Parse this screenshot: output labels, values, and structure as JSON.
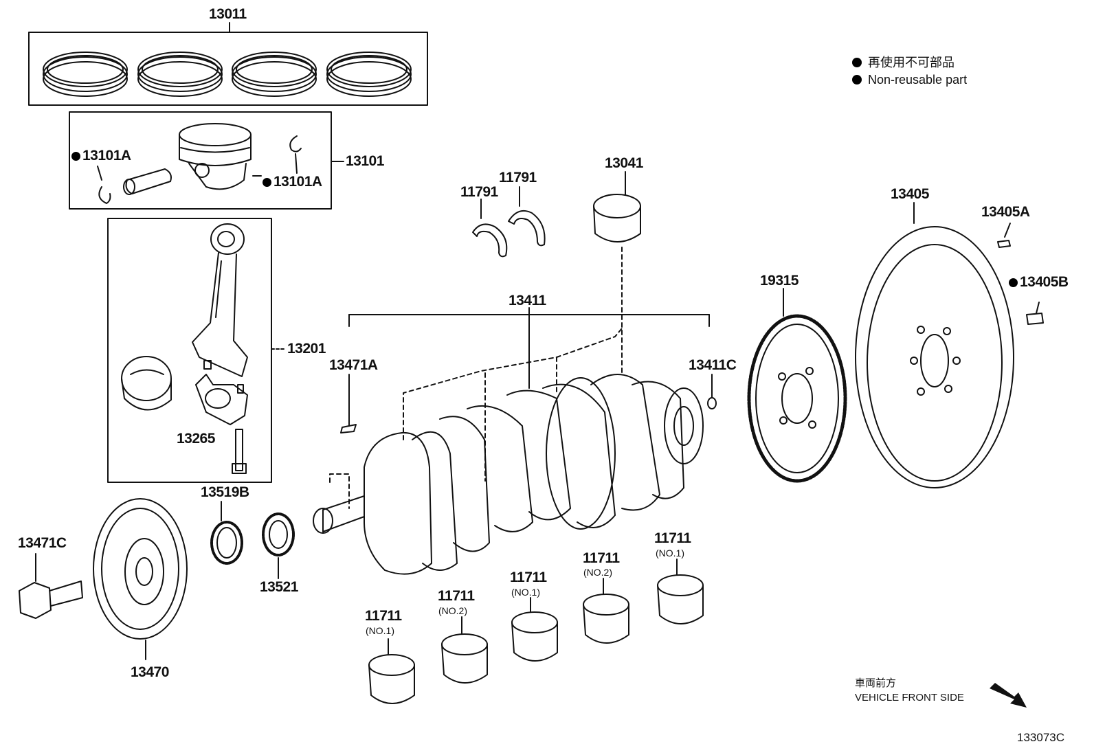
{
  "legend": {
    "line_jp": "再使用不可部品",
    "line_en": "Non-reusable part"
  },
  "direction": {
    "line_jp": "車両前方",
    "line_en": "VEHICLE FRONT SIDE"
  },
  "illustration_code": "133073C",
  "parts": {
    "p13011": "13011",
    "p13101": "13101",
    "p13101A_left": "13101A",
    "p13101A_right": "13101A",
    "p13201": "13201",
    "p13265": "13265",
    "p13519B": "13519B",
    "p13521": "13521",
    "p13471C": "13471C",
    "p13470": "13470",
    "p13471A": "13471A",
    "p13411": "13411",
    "p13411C": "13411C",
    "p11791_a": "11791",
    "p11791_b": "11791",
    "p13041": "13041",
    "p19315": "19315",
    "p13405": "13405",
    "p13405A": "13405A",
    "p13405B": "13405B",
    "p11711_1": "11711",
    "p11711_2": "11711",
    "p11711_3": "11711",
    "p11711_4": "11711",
    "p11711_5": "11711"
  },
  "bearing_subs": {
    "s1": "(NO.1)",
    "s2": "(NO.2)",
    "s3": "(NO.1)",
    "s4": "(NO.2)",
    "s5": "(NO.1)"
  },
  "icons": [
    "piston-ring-icon",
    "piston-icon",
    "connecting-rod-icon",
    "crankshaft-icon",
    "flywheel-icon",
    "timing-rotor-icon",
    "pulley-icon",
    "bolt-icon",
    "bearing-icon",
    "arrow-icon"
  ]
}
